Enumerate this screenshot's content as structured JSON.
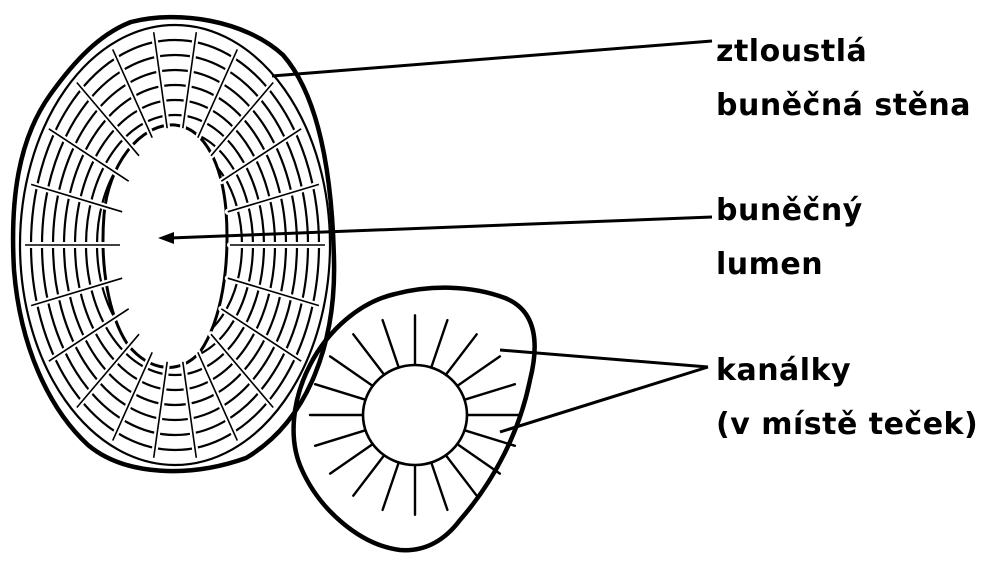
{
  "labels": {
    "wall": [
      "ztloustlá",
      "buněčná stěna"
    ],
    "lumen": [
      "buněčný",
      "lumen"
    ],
    "canals": [
      "kanálky",
      "(v místě teček)"
    ]
  },
  "colors": {
    "ink": "#000000",
    "background": "#ffffff"
  }
}
